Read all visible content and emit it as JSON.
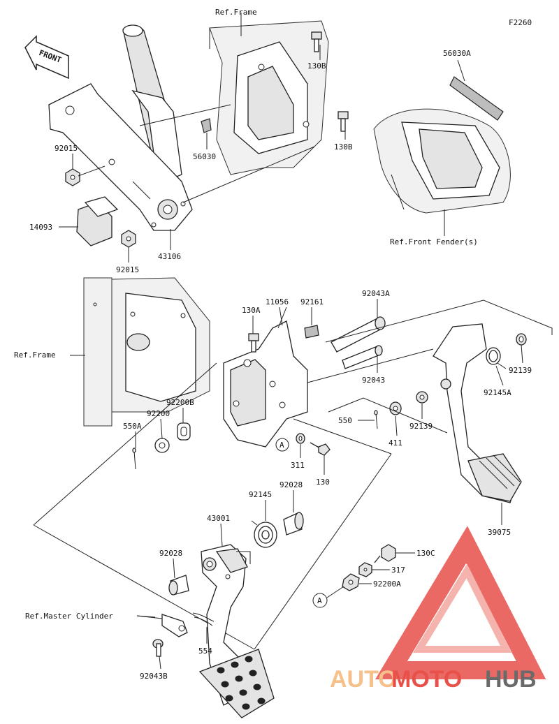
{
  "diagram_code": "F2260",
  "front_marker": "FRONT",
  "labels": {
    "ref_frame_top": "Ref.Frame",
    "p130b_top": "130B",
    "p130b_mid": "130B",
    "p56030a": "56030A",
    "p56030": "56030",
    "p92015_top": "92015",
    "p92015_bot": "92015",
    "p14093": "14093",
    "p43106": "43106",
    "ref_front_fender": "Ref.Front Fender(s)",
    "p11056": "11056",
    "p92161": "92161",
    "p92043a": "92043A",
    "p130a": "130A",
    "ref_frame_left": "Ref.Frame",
    "p92043": "92043",
    "p92139_right": "92139",
    "p92145a": "92145A",
    "p92200b": "92200B",
    "p92200": "92200",
    "p550a": "550A",
    "p550": "550",
    "p92139_mid": "92139",
    "p411": "411",
    "p311": "311",
    "p130": "130",
    "callout_a_top": "A",
    "p92145": "92145",
    "p92028_top": "92028",
    "p43001": "43001",
    "p39075": "39075",
    "p92028_left": "92028",
    "p130c": "130C",
    "p317": "317",
    "p92200a": "92200A",
    "callout_a_bot": "A",
    "ref_master_cyl": "Ref.Master Cylinder",
    "p554": "554",
    "p92043b": "92043B"
  },
  "watermark": {
    "text_part1": "AUTO",
    "text_part2": "MOTO",
    "text_part3": "HUB",
    "color_light": "#f6c08a",
    "color_red": "#e8504a",
    "color_gray": "#6a6a6a"
  }
}
